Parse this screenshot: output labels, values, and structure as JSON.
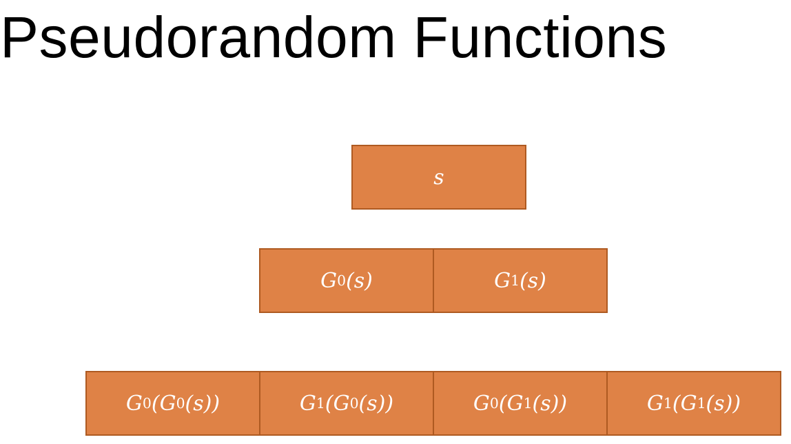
{
  "slide": {
    "title": "Pseudorandom Functions"
  },
  "colors": {
    "box_fill": "#df8246",
    "box_border": "#ae5a21",
    "box_text": "#ffffff"
  },
  "tree": {
    "root": {
      "label": "s"
    },
    "level1": [
      {
        "func": "G",
        "sub": "0",
        "arg": "(s)"
      },
      {
        "func": "G",
        "sub": "1",
        "arg": "(s)"
      }
    ],
    "level2": [
      {
        "outer_func": "G",
        "outer_sub": "0",
        "open": "(",
        "inner_func": "G",
        "inner_sub": "0",
        "close": "(s))"
      },
      {
        "outer_func": "G",
        "outer_sub": "1",
        "open": "(",
        "inner_func": "G",
        "inner_sub": "0",
        "close": "(s))"
      },
      {
        "outer_func": "G",
        "outer_sub": "0",
        "open": "(",
        "inner_func": "G",
        "inner_sub": "1",
        "close": "(s))"
      },
      {
        "outer_func": "G",
        "outer_sub": "1",
        "open": "(",
        "inner_func": "G",
        "inner_sub": "1",
        "close": "(s))"
      }
    ]
  }
}
